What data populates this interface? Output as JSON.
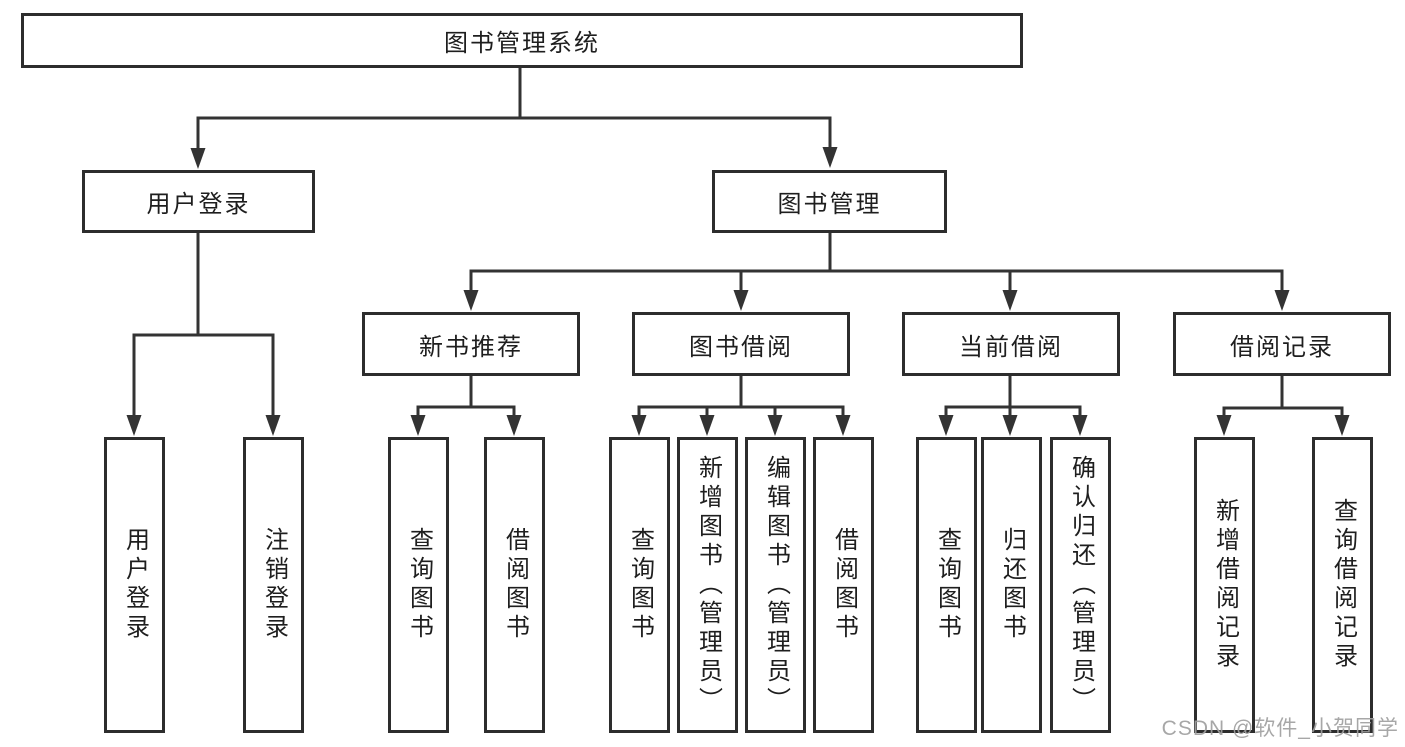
{
  "tree": {
    "root": {
      "label": "图书管理系统"
    },
    "branches": [
      {
        "label": "用户登录",
        "children": [
          {
            "label": "用户登录"
          },
          {
            "label": "注销登录"
          }
        ]
      },
      {
        "label": "图书管理",
        "children": [
          {
            "label": "新书推荐",
            "children": [
              {
                "label": "查询图书"
              },
              {
                "label": "借阅图书"
              }
            ]
          },
          {
            "label": "图书借阅",
            "children": [
              {
                "label": "查询图书"
              },
              {
                "label": "新增图书（管理员）"
              },
              {
                "label": "编辑图书（管理员）"
              },
              {
                "label": "借阅图书"
              }
            ]
          },
          {
            "label": "当前借阅",
            "children": [
              {
                "label": "查询图书"
              },
              {
                "label": "归还图书"
              },
              {
                "label": "确认归还（管理员）"
              }
            ]
          },
          {
            "label": "借阅记录",
            "children": [
              {
                "label": "新增借阅记录"
              },
              {
                "label": "查询借阅记录"
              }
            ]
          }
        ]
      }
    ]
  },
  "watermark": {
    "text": "CSDN @软件_小贺同学"
  },
  "colors": {
    "background": "#ffffff",
    "line": "#333333",
    "box_border": "#2d2d2d",
    "text": "#1e1e1e",
    "watermark": "#a0a0a0"
  }
}
